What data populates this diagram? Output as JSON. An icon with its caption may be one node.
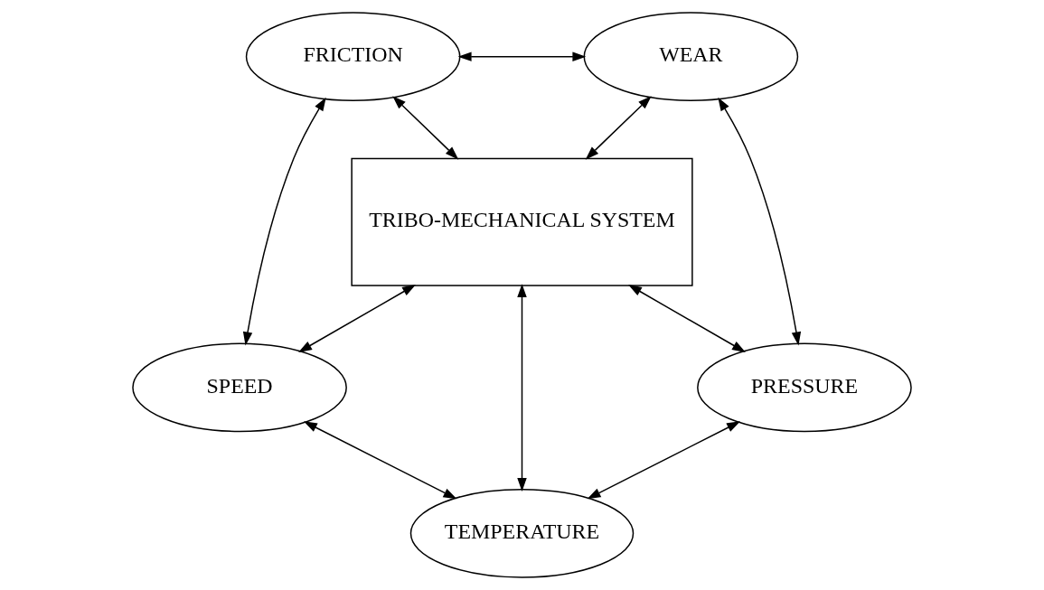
{
  "diagram": {
    "nodes": [
      {
        "text": [
          "FRICTION"
        ]
      },
      {
        "text": [
          "WEAR"
        ]
      },
      {
        "text": [
          "TRIBO-MECHANICAL SYSTEM"
        ]
      },
      {
        "text": [
          "SPEED"
        ]
      },
      {
        "text": [
          "PRESSURE"
        ]
      },
      {
        "text": [
          "TEMPERATURE"
        ]
      }
    ],
    "edges": [
      {
        "from": 0,
        "to": 1,
        "arrow": "both"
      },
      {
        "from": 0,
        "to": 2,
        "arrow": "both"
      },
      {
        "from": 1,
        "to": 2,
        "arrow": "both"
      },
      {
        "from": 0,
        "to": 3,
        "arrow": "both"
      },
      {
        "from": 1,
        "to": 4,
        "arrow": "both"
      },
      {
        "from": 2,
        "to": 3,
        "arrow": "both"
      },
      {
        "from": 2,
        "to": 4,
        "arrow": "both"
      },
      {
        "from": 2,
        "to": 5,
        "arrow": "both"
      },
      {
        "from": 3,
        "to": 5,
        "arrow": "both"
      },
      {
        "from": 4,
        "to": 5,
        "arrow": "both"
      }
    ]
  }
}
